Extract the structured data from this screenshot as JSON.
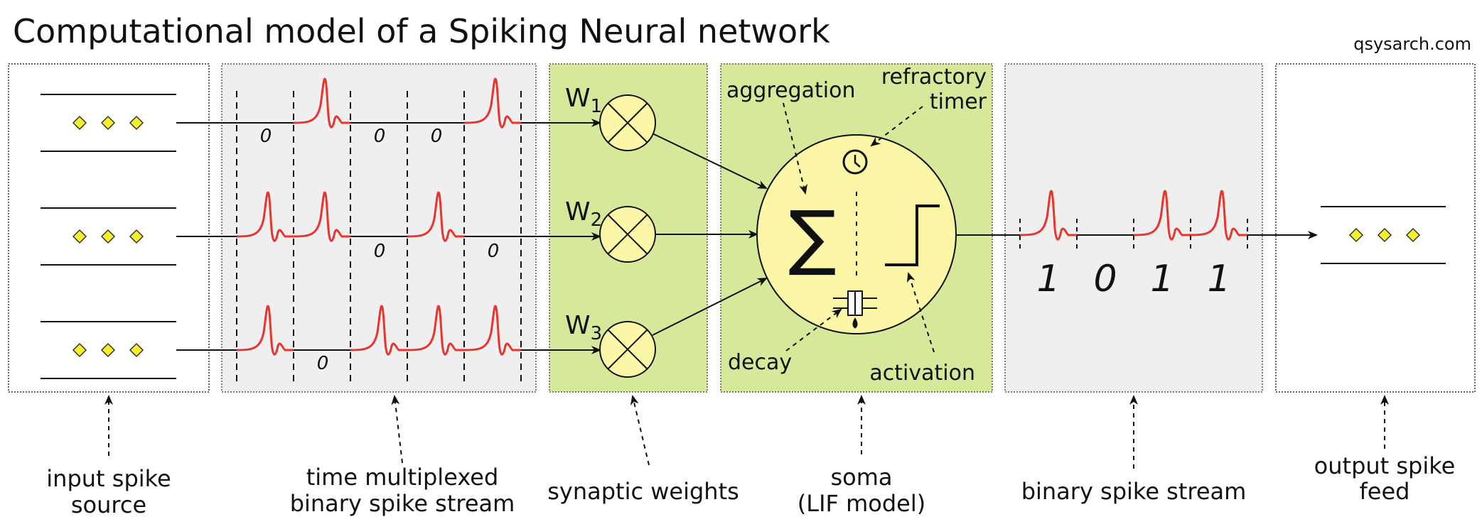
{
  "title": "Computational model of a Spiking Neural network",
  "credit": "qsysarch.com",
  "weights": [
    {
      "symbol": "W",
      "sub": "1"
    },
    {
      "symbol": "W",
      "sub": "2"
    },
    {
      "symbol": "W",
      "sub": "3"
    }
  ],
  "soma_labels": {
    "aggregation": "aggregation",
    "refractory_line1": "refractory",
    "refractory_line2": "timer",
    "decay": "decay",
    "activation": "activation"
  },
  "stream_zeros": [
    "0",
    "0",
    "0",
    "0",
    "0",
    "0"
  ],
  "output_bits": [
    "1",
    "0",
    "1",
    "1"
  ],
  "captions": {
    "input_line1": "input spike",
    "input_line2": "source",
    "time_line1": "time multiplexed",
    "time_line2": "binary spike stream",
    "synaptic": "synaptic weights",
    "soma_line1": "soma",
    "soma_line2": "(LIF model)",
    "binary": "binary spike stream",
    "output_line1": "output spike",
    "output_line2": "feed"
  },
  "colors": {
    "spike": "#e8352b",
    "panel_gray": "#efefef",
    "panel_green": "#d6e99a",
    "node_yellow": "#fbf7a6",
    "diamond": "#f4ef2a"
  }
}
